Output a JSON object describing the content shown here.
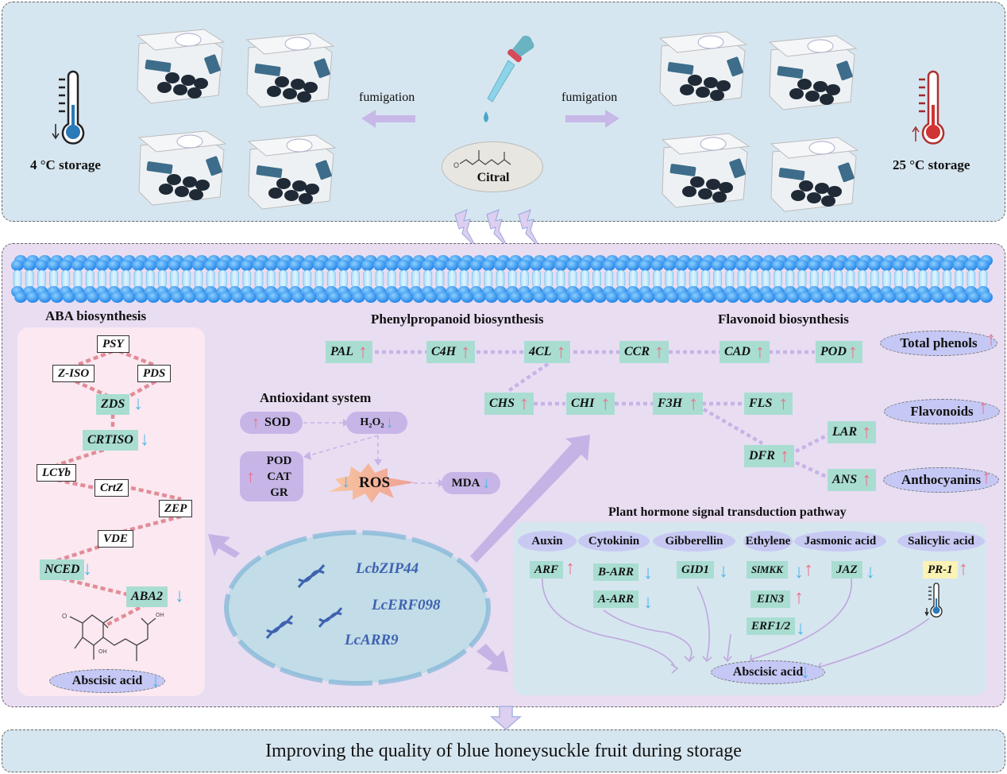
{
  "top": {
    "left_label": "4 °C storage",
    "right_label": "25 °C storage",
    "fumigation_left": "fumigation",
    "fumigation_right": "fumigation",
    "compound": "Citral",
    "left_temp_direction": "down",
    "right_temp_direction": "up"
  },
  "aba": {
    "title": "ABA biosynthesis",
    "genes": [
      {
        "name": "PSY",
        "style": "outline",
        "change": ""
      },
      {
        "name": "Z-ISO",
        "style": "outline",
        "change": ""
      },
      {
        "name": "PDS",
        "style": "outline",
        "change": ""
      },
      {
        "name": "ZDS",
        "style": "filled",
        "change": "down"
      },
      {
        "name": "CRTISO",
        "style": "filled",
        "change": "down"
      },
      {
        "name": "LCYb",
        "style": "outline",
        "change": ""
      },
      {
        "name": "CrtZ",
        "style": "outline",
        "change": ""
      },
      {
        "name": "ZEP",
        "style": "outline",
        "change": ""
      },
      {
        "name": "VDE",
        "style": "outline",
        "change": ""
      },
      {
        "name": "NCED",
        "style": "filled",
        "change": "down"
      },
      {
        "name": "ABA2",
        "style": "filled",
        "change": "down"
      }
    ],
    "product": "Abscisic acid",
    "product_change": "down"
  },
  "antioxidant": {
    "title": "Antioxidant system",
    "sod": "SOD",
    "h2o2": "H₂O₂",
    "enzymes": [
      "POD",
      "CAT",
      "GR"
    ],
    "ros": "ROS",
    "mda": "MDA"
  },
  "phenylpropanoid": {
    "title": "Phenylpropanoid biosynthesis",
    "row1": [
      "PAL",
      "C4H",
      "4CL",
      "CCR",
      "CAD",
      "POD"
    ],
    "row2": [
      "CHS",
      "CHI",
      "F3H",
      "FLS"
    ],
    "branch": [
      "DFR",
      "LAR",
      "ANS"
    ],
    "change": "up"
  },
  "flavonoid": {
    "title": "Flavonoid biosynthesis",
    "products": [
      {
        "name": "Total phenols",
        "change": "up"
      },
      {
        "name": "Flavonoids",
        "change": "up"
      },
      {
        "name": "Anthocyanins",
        "change": "up"
      }
    ]
  },
  "nucleus": {
    "genes": [
      "LcbZIP44",
      "LcERF098",
      "LcARR9"
    ]
  },
  "hormone": {
    "title": "Plant hormone signal transduction pathway",
    "hormones": [
      "Auxin",
      "Cytokinin",
      "Gibberellin",
      "Ethylene",
      "Jasmonic acid",
      "Salicylic acid"
    ],
    "genes": [
      {
        "name": "ARF",
        "change": "up"
      },
      {
        "name": "B-ARR",
        "change": "down"
      },
      {
        "name": "A-ARR",
        "change": "down"
      },
      {
        "name": "GID1",
        "change": "down"
      },
      {
        "name": "SlMKK",
        "change": "down-up"
      },
      {
        "name": "EIN3",
        "change": "up"
      },
      {
        "name": "ERF1/2",
        "change": "down"
      },
      {
        "name": "JAZ",
        "change": "down"
      },
      {
        "name": "PR-1",
        "change": "up"
      }
    ],
    "target": "Abscisic acid",
    "target_change": "down"
  },
  "conclusion": "Improving the quality of blue honeysuckle fruit during storage",
  "icons": {
    "up": "↑",
    "down": "↓"
  },
  "colors": {
    "up_arrow": "#ee7088",
    "down_arrow": "#4db6e8",
    "gene_fill": "#a9ddd1",
    "top_panel": "#d6e6f0",
    "mid_panel": "#e9ddf2"
  }
}
